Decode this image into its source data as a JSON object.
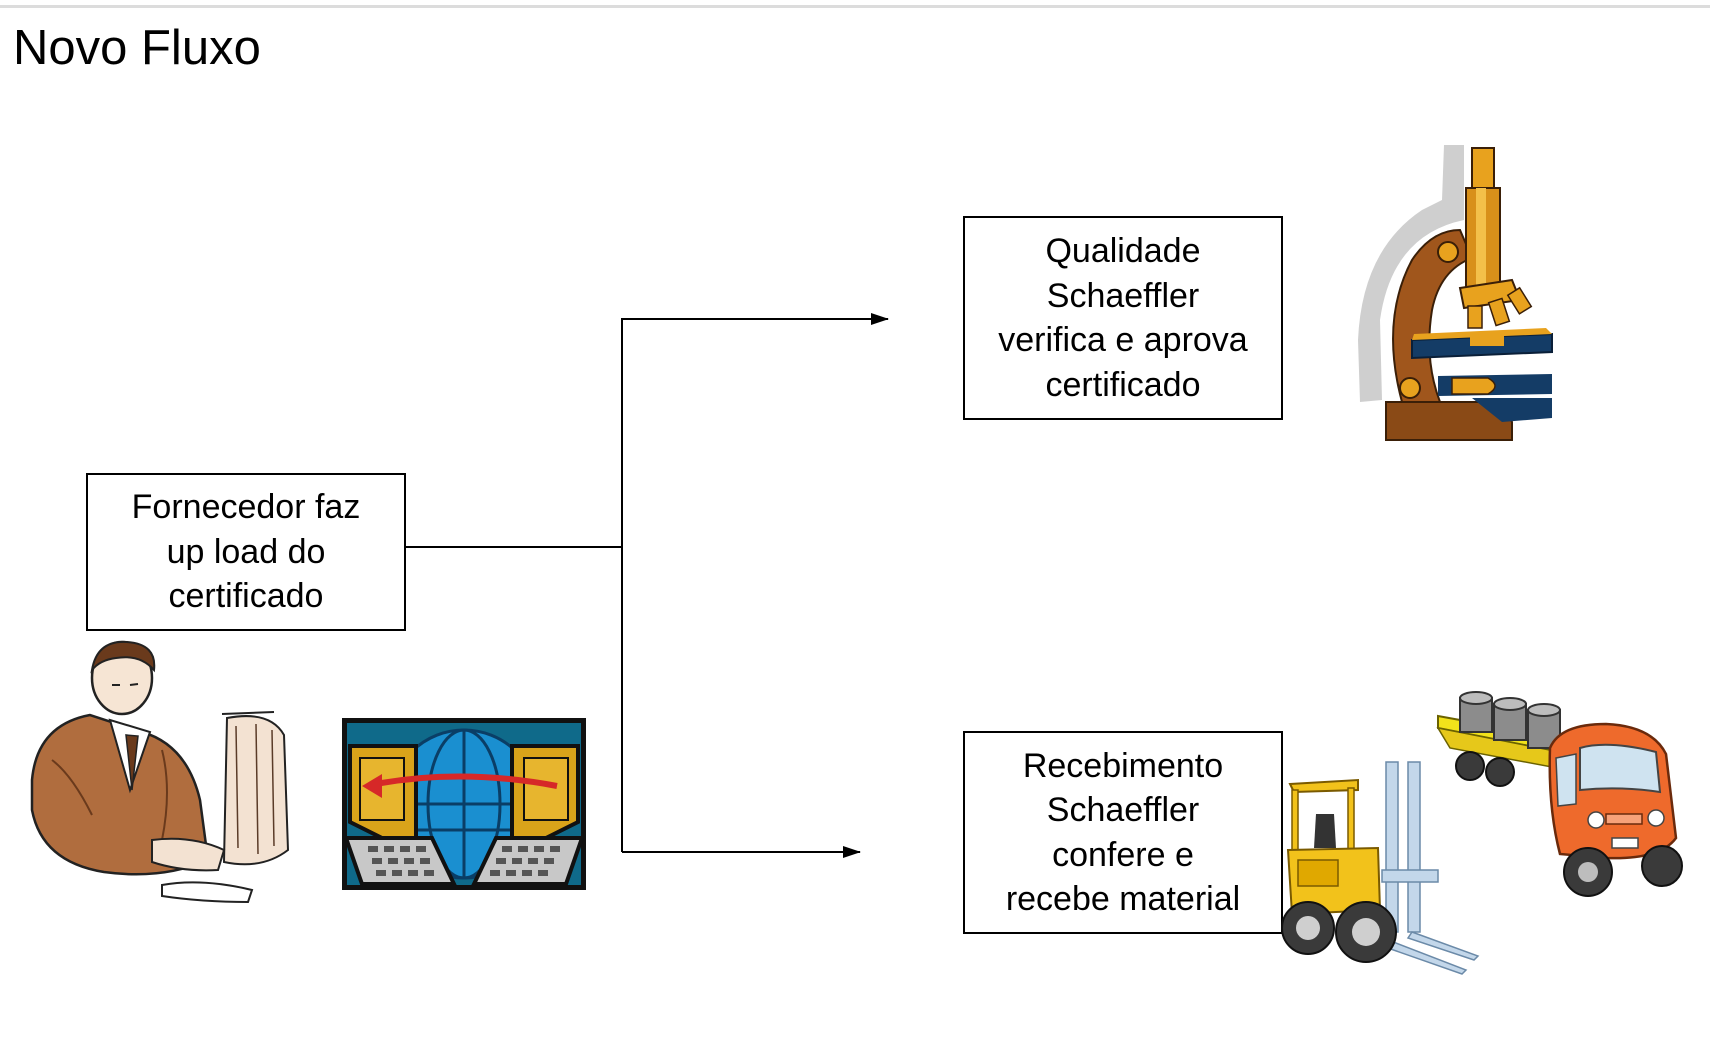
{
  "slide": {
    "title": "Novo Fluxo"
  },
  "boxes": {
    "supplier": [
      "Fornecedor faz",
      "up load do",
      "certificado"
    ],
    "quality": [
      "Qualidade",
      "Schaeffler",
      "verifica e aprova",
      "certificado"
    ],
    "receiving": [
      "Recebimento",
      "Schaeffler",
      "confere e",
      "recebe material"
    ]
  },
  "colors": {
    "line": "#000000",
    "skin_brown": "#b06d3e",
    "laptop_gold": "#d9a31a",
    "globe_blue": "#1a8fd0",
    "upload_arrow": "#d62828",
    "microscope_gold": "#e8a21e",
    "microscope_navy": "#143c66",
    "forklift_yellow": "#f2c21b",
    "truck_orange": "#ee6a2c"
  },
  "icons": [
    "person-at-computer-icon",
    "internet-upload-icon",
    "microscope-icon",
    "forklift-icon",
    "truck-icon"
  ]
}
